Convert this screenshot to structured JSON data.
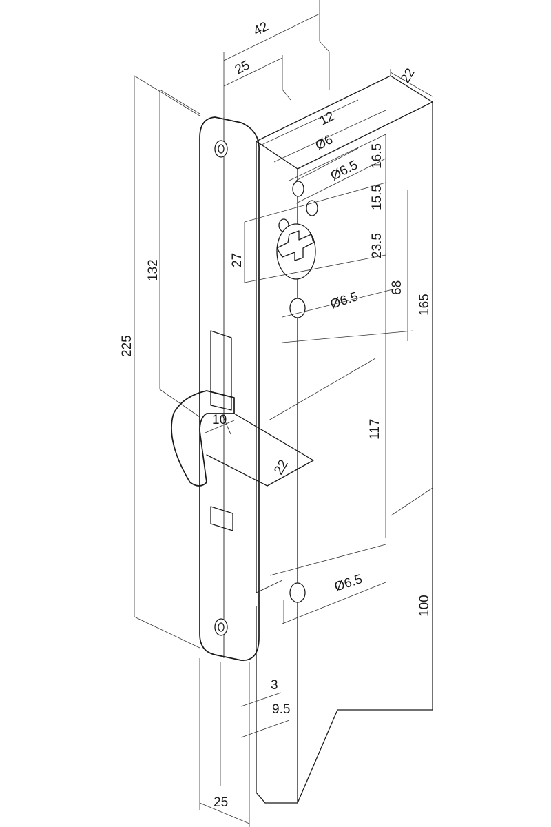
{
  "dimensions": {
    "total_depth": "42",
    "backset": "25",
    "case_thickness": "22",
    "spacing_top": "12",
    "hole_top_dia": "Ø6",
    "hole_mid_dia": "Ø6.5",
    "hole_lower_dia": "Ø6.5",
    "hole_bottom_dia": "Ø6.5",
    "offset_16_5": "16.5",
    "offset_15_5": "15.5",
    "offset_23_5": "23.5",
    "spindle_to_cyl": "68",
    "case_height_upper": "165",
    "case_height_lower": "100",
    "latch_to_hole": "117",
    "faceplate_height": "225",
    "top_to_latch": "132",
    "cyl_height": "27",
    "latch_projection": "10",
    "latch_width": "22",
    "faceplate_inset": "3",
    "faceplate_offset": "9.5",
    "faceplate_width": "25"
  }
}
